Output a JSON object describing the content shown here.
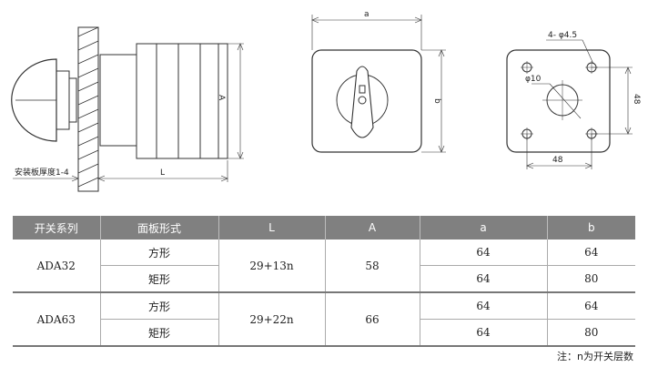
{
  "drawing": {
    "labels": {
      "panel_thickness": "安装板厚度1-4",
      "dim_L": "L",
      "dim_A": "A",
      "dim_a": "a",
      "dim_b": "b",
      "hole_spec": "4- φ4.5",
      "center_hole": "φ10",
      "mount_horizontal": "48",
      "mount_vertical": "48"
    }
  },
  "table": {
    "headers": [
      "开关系列",
      "面板形式",
      "L",
      "A",
      "a",
      "b"
    ],
    "groups": [
      {
        "series": "ADA32",
        "L": "29+13n",
        "A": "58",
        "rows": [
          {
            "panel": "方形",
            "a": "64",
            "b": "64"
          },
          {
            "panel": "矩形",
            "a": "64",
            "b": "80"
          }
        ]
      },
      {
        "series": "ADA63",
        "L": "29+22n",
        "A": "66",
        "rows": [
          {
            "panel": "方形",
            "a": "64",
            "b": "64"
          },
          {
            "panel": "矩形",
            "a": "64",
            "b": "80"
          }
        ]
      }
    ]
  },
  "note": "注：n为开关层数"
}
